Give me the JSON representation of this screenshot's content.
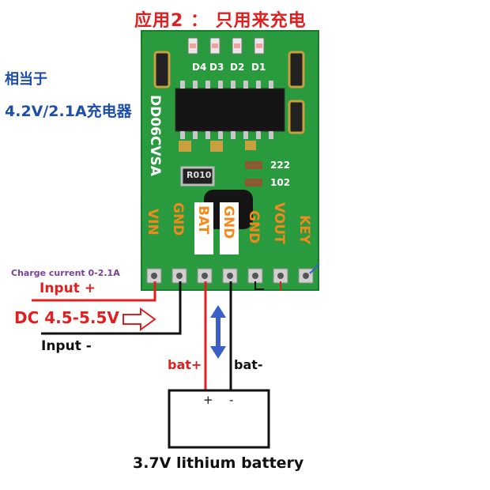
{
  "title": "应用2 ： 只用来充电",
  "side_note": {
    "line1": "相当于",
    "line2": "4.2V/2.1A充电器"
  },
  "board": {
    "model": "DD06CVSA",
    "leds": [
      "D4",
      "D3",
      "D2",
      "D1"
    ],
    "resistor": "R010",
    "cap_labels": [
      "222",
      "102"
    ],
    "pins": [
      "VIN",
      "GND",
      "BAT",
      "GND",
      "GND",
      "VOUT",
      "KEY"
    ]
  },
  "annotations": {
    "charge_current": "Charge current 0-2.1A",
    "input_plus": "Input +",
    "dc_range": "DC 4.5-5.5V",
    "input_minus": "Input -",
    "bat_plus": "bat+",
    "bat_minus": "bat-",
    "battery_plus_sign": "+",
    "battery_minus_sign": "-",
    "battery_label": "3.7V lithium battery"
  },
  "colors": {
    "pcb_green": "#2a9a3e",
    "positive_wire": "#e02020",
    "negative_wire": "#111111",
    "arrow_blue": "#3a5fc8",
    "label_orange": "#f08a1c",
    "side_note_blue": "#1e4fa8"
  }
}
